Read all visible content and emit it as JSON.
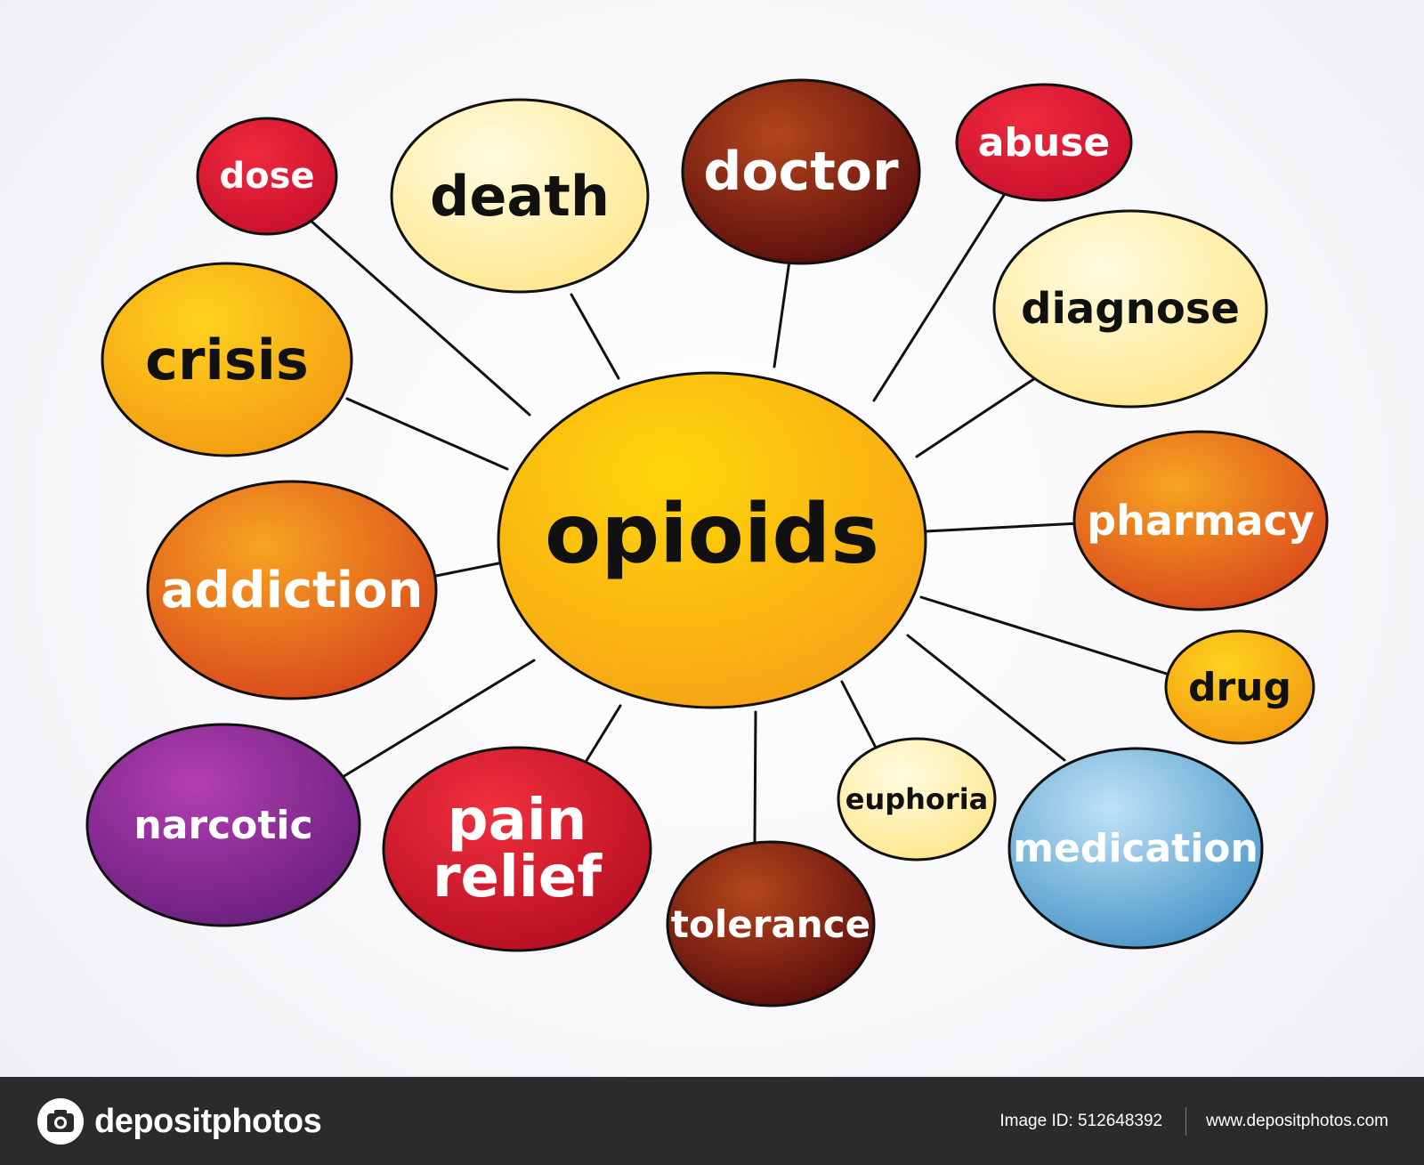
{
  "diagram": {
    "center": {
      "label": "opioids"
    },
    "nodes": [
      {
        "label": "dose",
        "fill": [
          "#ef2a3c",
          "#c8102e"
        ],
        "text": "#ffffff"
      },
      {
        "label": "death",
        "fill": [
          "#fffbe0",
          "#ffe78e"
        ],
        "text": "#111111"
      },
      {
        "label": "doctor",
        "fill": [
          "#b4461c",
          "#5a0d0d"
        ],
        "text": "#ffffff"
      },
      {
        "label": "abuse",
        "fill": [
          "#ef2a3c",
          "#c8102e"
        ],
        "text": "#ffffff"
      },
      {
        "label": "crisis",
        "fill": [
          "#ffd21f",
          "#f39b12"
        ],
        "text": "#111111"
      },
      {
        "label": "diagnose",
        "fill": [
          "#fffbe0",
          "#ffe78e"
        ],
        "text": "#111111"
      },
      {
        "label": "addiction",
        "fill": [
          "#f7a421",
          "#d9481c"
        ],
        "text": "#ffffff"
      },
      {
        "label": "pharmacy",
        "fill": [
          "#f7a421",
          "#d9481c"
        ],
        "text": "#ffffff"
      },
      {
        "label": "drug",
        "fill": [
          "#ffd21f",
          "#f39b12"
        ],
        "text": "#111111"
      },
      {
        "label": "narcotic",
        "fill": [
          "#b23fb1",
          "#6a1f7e"
        ],
        "text": "#ffffff"
      },
      {
        "label": "pain\nrelief",
        "fill": [
          "#f0303e",
          "#b60e22"
        ],
        "text": "#ffffff"
      },
      {
        "label": "tolerance",
        "fill": [
          "#b4461c",
          "#5a0d0d"
        ],
        "text": "#ffffff"
      },
      {
        "label": "euphoria",
        "fill": [
          "#fffbe0",
          "#ffe78e"
        ],
        "text": "#111111"
      },
      {
        "label": "medication",
        "fill": [
          "#bfe3f5",
          "#4a95c9"
        ],
        "text": "#ffffff"
      }
    ]
  },
  "footer": {
    "brand": "depositphotos",
    "image_id": "Image ID: 512648392",
    "website": "www.depositphotos.com"
  }
}
